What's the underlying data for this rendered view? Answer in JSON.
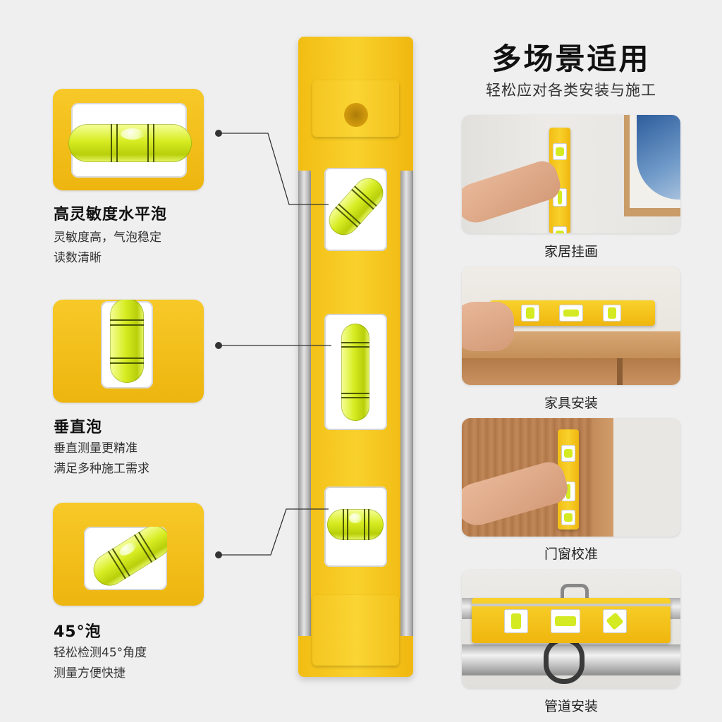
{
  "header": {
    "title": "多场景适用",
    "subtitle": "轻松应对各类安装与施工"
  },
  "features": [
    {
      "title": "高灵敏度水平泡",
      "desc_line1": "灵敏度高，气泡稳定",
      "desc_line2": "读数清晰"
    },
    {
      "title": "垂直泡",
      "desc_line1": "垂直测量更精准",
      "desc_line2": "满足多种施工需求"
    },
    {
      "title": "45°泡",
      "desc_line1": "轻松检测45°角度",
      "desc_line2": "测量方便快捷"
    }
  ],
  "scenes": [
    {
      "caption": "家居挂画"
    },
    {
      "caption": "家具安装"
    },
    {
      "caption": "门窗校准"
    },
    {
      "caption": "管道安装"
    }
  ],
  "colors": {
    "level_yellow": "#f9d12c",
    "vial_green": "#d7ec22",
    "rail_silver": "#c8c8c8",
    "background": "#efefef"
  }
}
